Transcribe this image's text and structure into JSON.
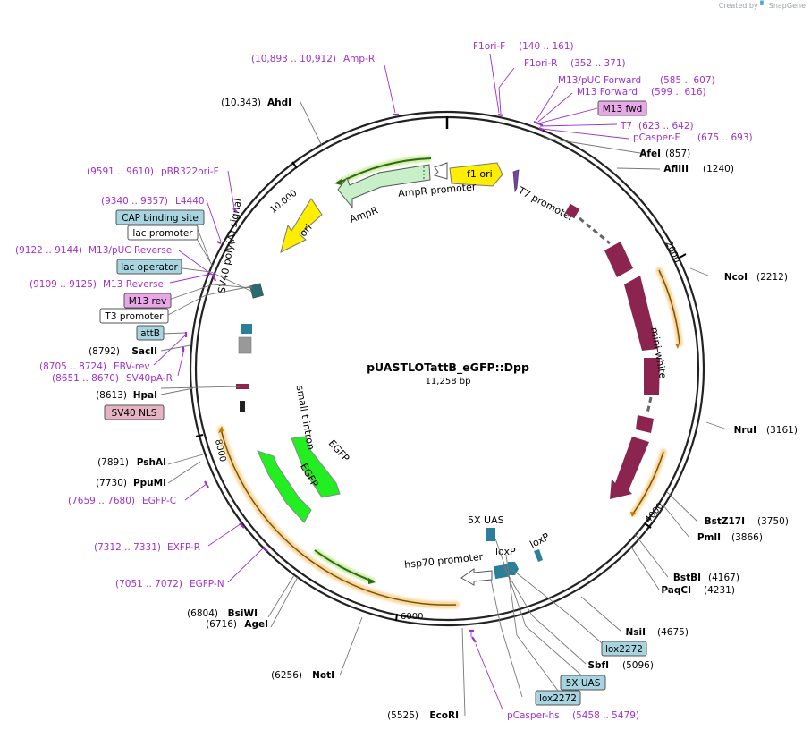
{
  "header": {
    "created_by": "Created by",
    "brand": "SnapGene"
  },
  "plasmid": {
    "name": "pUASTLOTattB_eGFP::Dpp",
    "size_label": "11,258 bp",
    "length": 11258
  },
  "colors": {
    "site_purple": "#a030d0",
    "feature_maroon": "#8b2550",
    "orange": "#f0b040",
    "yellow": "#ffee00",
    "green": "#22ee22",
    "pale_green": "#c8f0c8",
    "teal": "#2a7f9a",
    "box_blue": "#a8d4e0",
    "box_pink": "#e8a8e8",
    "box_rose": "#e6b3c3"
  },
  "ticks": [
    {
      "bp": 2000,
      "label": "2000"
    },
    {
      "bp": 4000,
      "label": "4000"
    },
    {
      "bp": 6000,
      "label": "6000"
    },
    {
      "bp": 8000,
      "label": "8000"
    },
    {
      "bp": 10000,
      "label": "10,000"
    }
  ],
  "enzymes": [
    {
      "name": "AfeI",
      "pos": "(857)"
    },
    {
      "name": "AflIII",
      "pos": "(1240)"
    },
    {
      "name": "NcoI",
      "pos": "(2212)"
    },
    {
      "name": "NruI",
      "pos": "(3161)"
    },
    {
      "name": "BstZ17I",
      "pos": "(3750)"
    },
    {
      "name": "PmlI",
      "pos": "(3866)"
    },
    {
      "name": "BstBI",
      "pos": "(4167)"
    },
    {
      "name": "PaqCI",
      "pos": "(4231)"
    },
    {
      "name": "NsiI",
      "pos": "(4675)"
    },
    {
      "name": "SbfI",
      "pos": "(5096)"
    },
    {
      "name": "EcoRI",
      "pos": "(5525)"
    },
    {
      "name": "NotI",
      "pos": "(6256)"
    },
    {
      "name": "AgeI",
      "pos": "(6716)"
    },
    {
      "name": "BsiWI",
      "pos": "(6804)"
    },
    {
      "name": "PpuMI",
      "pos": "(7730)"
    },
    {
      "name": "PshAI",
      "pos": "(7891)"
    },
    {
      "name": "HpaI",
      "pos": "(8613)"
    },
    {
      "name": "SacII",
      "pos": "(8792)"
    },
    {
      "name": "AhdI",
      "pos": "(10,343)"
    }
  ],
  "primers": [
    {
      "name": "Amp-R",
      "pos": "(10,893 .. 10,912)"
    },
    {
      "name": "F1ori-F",
      "pos": "(140 .. 161)"
    },
    {
      "name": "F1ori-R",
      "pos": "(352 .. 371)"
    },
    {
      "name": "M13/pUC Forward",
      "pos": "(585 .. 607)"
    },
    {
      "name": "M13 Forward",
      "pos": "(599 .. 616)"
    },
    {
      "name": "T7",
      "pos": "(623 .. 642)"
    },
    {
      "name": "pCasper-F",
      "pos": "(675 .. 693)"
    },
    {
      "name": "pCasper-hs",
      "pos": "(5458 .. 5479)"
    },
    {
      "name": "EGFP-N",
      "pos": "(7051 .. 7072)"
    },
    {
      "name": "EXFP-R",
      "pos": "(7312 .. 7331)"
    },
    {
      "name": "EGFP-C",
      "pos": "(7659 .. 7680)"
    },
    {
      "name": "SV40pA-R",
      "pos": "(8651 .. 8670)"
    },
    {
      "name": "EBV-rev",
      "pos": "(8705 .. 8724)"
    },
    {
      "name": "M13 Reverse",
      "pos": "(9109 .. 9125)"
    },
    {
      "name": "M13/pUC Reverse",
      "pos": "(9122 .. 9144)"
    },
    {
      "name": "L4440",
      "pos": "(9340 .. 9357)"
    },
    {
      "name": "pBR322ori-F",
      "pos": "(9591 .. 9610)"
    }
  ],
  "boxes": [
    {
      "name": "M13 fwd",
      "style": "pink"
    },
    {
      "name": "CAP binding site",
      "style": "blue"
    },
    {
      "name": "lac promoter",
      "style": "white"
    },
    {
      "name": "lac operator",
      "style": "blue"
    },
    {
      "name": "M13 rev",
      "style": "pink"
    },
    {
      "name": "T3 promoter",
      "style": "white"
    },
    {
      "name": "attB",
      "style": "blue"
    },
    {
      "name": "SV40 NLS",
      "style": "rose"
    },
    {
      "name": "lox2272",
      "style": "blue"
    },
    {
      "name": "5X UAS",
      "style": "blue"
    },
    {
      "name": "lox2272",
      "style": "blue"
    }
  ],
  "feature_labels": {
    "f1_ori": "f1 ori",
    "ampr_promoter": "AmpR promoter",
    "ampr": "AmpR",
    "ori": "ori",
    "t7_promoter": "T7 promoter",
    "sv40_polya": "SV40 poly(A) signal",
    "small_t_intron": "small t intron",
    "mini_white": "mini-white",
    "egfp_outer": "EGFP",
    "egfp_inner": "EGFP",
    "uas_5x": "5X UAS",
    "hsp70_promoter": "hsp70 promoter",
    "loxp_1": "loxP",
    "loxp_2": "loxP"
  }
}
